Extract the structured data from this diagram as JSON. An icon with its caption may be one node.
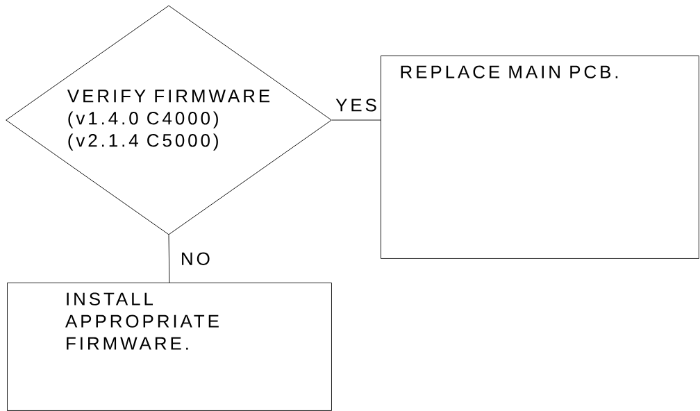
{
  "diagram": {
    "nodes": [
      {
        "text": [
          "VERIFY FIRMWARE",
          "(v1.4.0 C4000)",
          "(v2.1.4 C5000)"
        ]
      },
      {
        "text": [
          "REPLACE MAIN PCB."
        ]
      },
      {
        "text": [
          "INSTALL APPROPRIATE FIRMWARE."
        ]
      }
    ],
    "edges": [
      {
        "from": 0,
        "to": 1,
        "arrow": "none",
        "label": "YES"
      },
      {
        "from": 0,
        "to": 2,
        "arrow": "none",
        "label": "NO"
      }
    ]
  }
}
